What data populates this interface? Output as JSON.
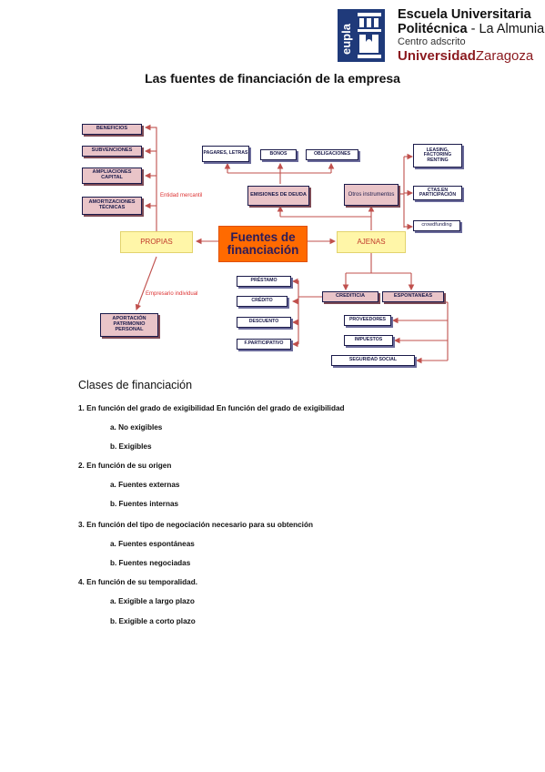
{
  "header": {
    "logo_text": "eupla",
    "school_line1": "Escuela Universitaria",
    "school_line2_bold": "Politécnica",
    "school_line2_rest": " - La Almunia",
    "school_line3": "Centro adscrito",
    "school_line4_bold": "Universidad",
    "school_line4_rest": "Zaragoza",
    "brand_color": "#1f3a7a",
    "accent_color": "#8b1a1f"
  },
  "title": "Las fuentes de financiación de la empresa",
  "diagram": {
    "center": "Fuentes de financiación",
    "propias": "PROPIAS",
    "ajenas": "AJENAS",
    "propias_items": [
      "BENEFICIOS",
      "SUBVENCIONES",
      "AMPLIACIONES CAPITAL",
      "AMORTIZACIONES TÉCNICAS"
    ],
    "entidad_label": "Entidad mercantil",
    "empresario_label": "Empresario individual",
    "aportacion": "APORTACIÓN PATRIMONIO PERSONAL",
    "emisiones": "EMISIONES DE DEUDA",
    "emisiones_items": [
      "PAGARES, LETRAS",
      "BONOS",
      "OBLIGACIONES"
    ],
    "otros": "Otros instrumentos",
    "otros_items": [
      "LEASING, FACTORING RENTING",
      "CTAS.EN PARTICIPACIÓN",
      "crowdfunding"
    ],
    "crediticia": "CREDITICIA",
    "crediticia_items": [
      "PRÉSTAMO",
      "CRÉDITO",
      "DESCUENTO",
      "F.PARTICIPATIVO"
    ],
    "espontaneas": "ESPONTANEAS",
    "espontaneas_items": [
      "PROVEEDORES",
      "IMPUESTOS",
      "SEGURIDAD SOCIAL"
    ]
  },
  "classes": {
    "heading": "Clases de financiación",
    "items": [
      {
        "label": "1. En función del grado de exigibilidad En función del grado de exigibilidad",
        "subs": [
          "a. No exigibles",
          "b. Exigibles"
        ]
      },
      {
        "label": "2. En función de su origen",
        "subs": [
          "a. Fuentes externas",
          "b. Fuentes internas"
        ]
      },
      {
        "label": "3. En función del tipo de negociación necesario para su obtención",
        "subs": [
          "a. Fuentes espontáneas",
          "b. Fuentes negociadas"
        ]
      },
      {
        "label": "4. En función de su temporalidad.",
        "subs": [
          "a. Exigible a largo plazo",
          "b. Exigible a corto plazo"
        ]
      }
    ]
  }
}
